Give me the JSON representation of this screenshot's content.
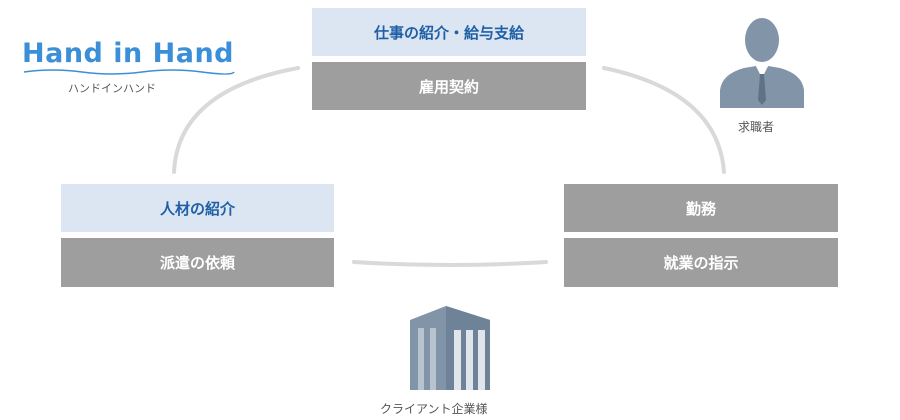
{
  "logo": {
    "title": "Hand in Hand",
    "subtitle": "ハンドインハンド"
  },
  "boxes": {
    "top_light": "仕事の紹介・給与支給",
    "top_dark": "雇用契約",
    "left_light": "人材の紹介",
    "left_dark": "派遣の依頼",
    "right_light": "勤務",
    "right_dark": "就業の指示"
  },
  "captions": {
    "seeker": "求職者",
    "client": "クライアント企業様"
  },
  "icons": {
    "seeker": "person-icon",
    "client": "building-icon"
  },
  "colors": {
    "light_box": "#dce6f2",
    "light_text": "#1f5fa6",
    "dark_box": "#9e9e9e",
    "logo": "#3a8fd8"
  }
}
